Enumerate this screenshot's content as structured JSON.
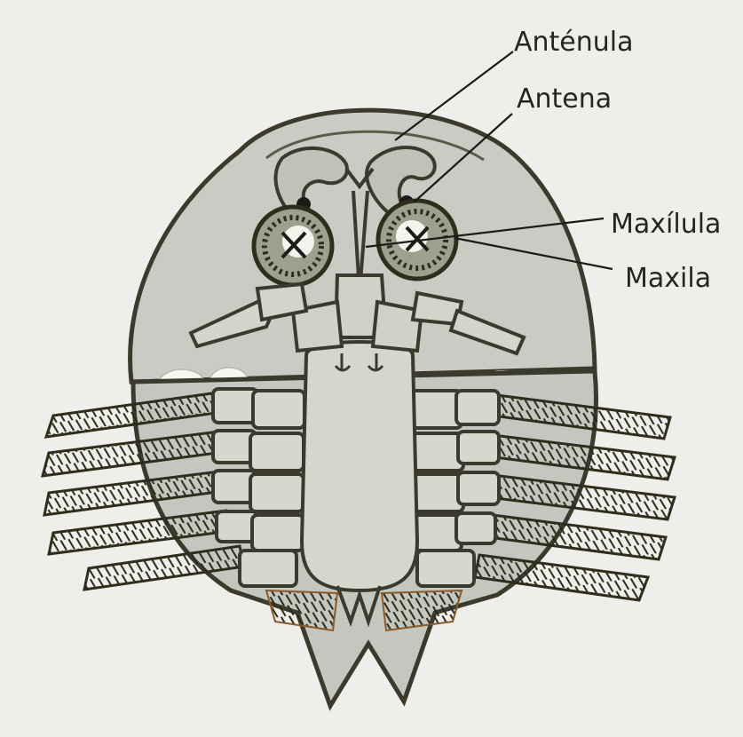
{
  "labels": {
    "antenula": "Anténula",
    "antena": "Antena",
    "maxilula": "Maxílula",
    "maxila": "Maxila"
  }
}
